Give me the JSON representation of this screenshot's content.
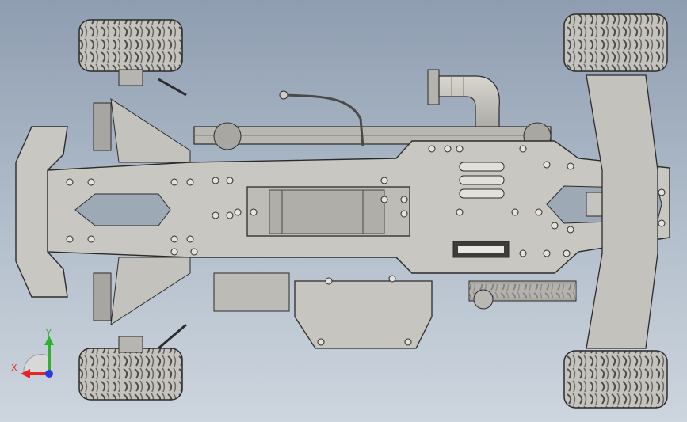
{
  "viewport": {
    "background_top": "#8e9db0",
    "background_bottom": "#cdd5de"
  },
  "model": {
    "name": "rc-car-chassis-assembly",
    "parts": [
      "chassis-plate",
      "front-bumper",
      "front-left-wheel",
      "front-right-wheel",
      "rear-left-wheel",
      "rear-right-wheel",
      "front-suspension-arms",
      "rear-suspension-tower",
      "battery-pocket",
      "exhaust-pipe",
      "gearbox-spur-gear",
      "drive-belt",
      "motor-box",
      "lower-skid-plate"
    ],
    "colors": {
      "metal": "#c9c7c1",
      "metal_dark": "#8f8d87",
      "outline": "#2b2b2b",
      "tire": "#bdbcb6",
      "tire_tread": "#55544f"
    }
  },
  "triad": {
    "x_label": "X",
    "y_label": "Y",
    "x_color": "#e8222a",
    "y_color": "#2fb12f",
    "z_color": "#2a3adf"
  }
}
